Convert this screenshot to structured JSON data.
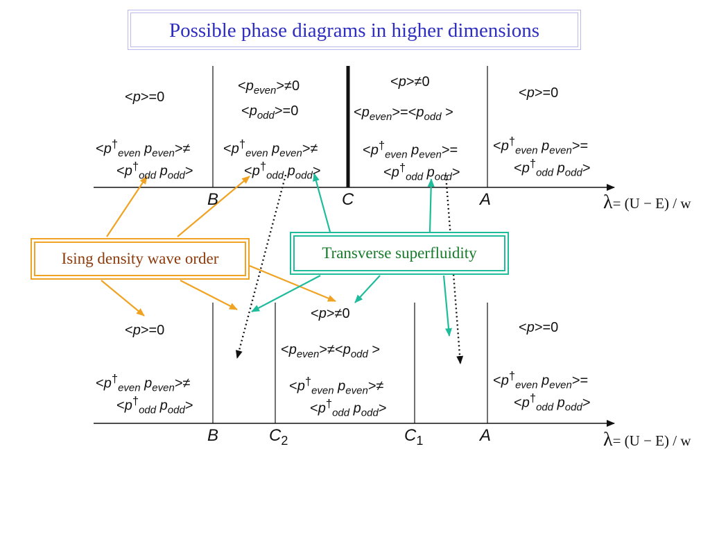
{
  "title": "Possible phase diagrams in higher dimensions",
  "ising_label": "Ising density wave order",
  "transverse_label": "Transverse superfluidity",
  "axis_formula": {
    "lambda": "λ",
    "rest": "= (U − E) / w"
  },
  "top_diagram": {
    "axis_labels": {
      "B": "B",
      "C": "C",
      "A": "A"
    },
    "region1": {
      "l1": "<p>=0",
      "l2": "<p†even peven>≠",
      "l3": "<p†odd podd>"
    },
    "region2": {
      "l1": "<peven>≠0",
      "l2": "<podd>=0",
      "l3": "<p†even peven>≠",
      "l4": "<p†odd podd>"
    },
    "region3": {
      "l1": "<p>≠0",
      "l2": "<peven>=<podd >",
      "l3": "<p†even peven>=",
      "l4": "<p†odd podd>"
    },
    "region4": {
      "l1": "<p>=0",
      "l2": "<p†even peven>=",
      "l3": "<p†odd podd>"
    }
  },
  "bottom_diagram": {
    "axis_labels": {
      "B": "B",
      "C2": "C2",
      "C1": "C1",
      "A": "A"
    },
    "region1": {
      "l1": "<p>=0",
      "l2": "<p†even peven>≠",
      "l3": "<p†odd podd>"
    },
    "region_mid": {
      "l1": "<p>≠0",
      "l2": "<peven>≠<podd >",
      "l3": "<p†even peven>≠",
      "l4": "<p†odd podd>"
    },
    "region4": {
      "l1": "<p>=0",
      "l2": "<p†even peven>=",
      "l3": "<p†odd podd>"
    }
  },
  "colors": {
    "title": "#2d2dbf",
    "ising": "#f0a322",
    "transverse": "#1fbc9c",
    "axis": "#111111"
  }
}
